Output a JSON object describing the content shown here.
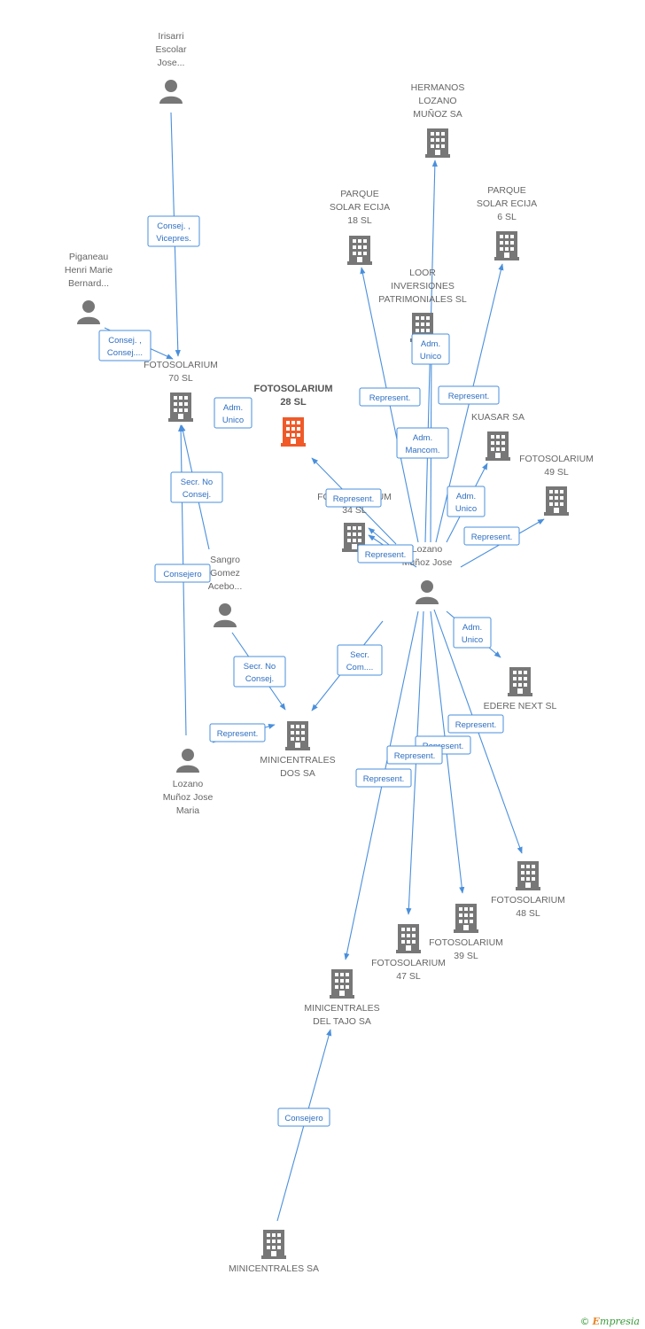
{
  "nodes": [
    {
      "id": "irisarri",
      "kind": "person",
      "label": [
        "Irisarri",
        "Escolar",
        "Jose..."
      ]
    },
    {
      "id": "piganeau",
      "kind": "person",
      "label": [
        "Piganeau",
        "Henri Marie",
        "Bernard..."
      ]
    },
    {
      "id": "foto70",
      "kind": "company",
      "label": [
        "FOTOSOLARIUM",
        "70 SL"
      ]
    },
    {
      "id": "foto28",
      "kind": "company",
      "focal": true,
      "label": [
        "FOTOSOLARIUM",
        "28 SL"
      ]
    },
    {
      "id": "hermanos",
      "kind": "company",
      "label": [
        "HERMANOS",
        "LOZANO",
        "MUÑOZ SA"
      ]
    },
    {
      "id": "parque18",
      "kind": "company",
      "label": [
        "PARQUE",
        "SOLAR ECIJA",
        "18 SL"
      ]
    },
    {
      "id": "parque6",
      "kind": "company",
      "label": [
        "PARQUE",
        "SOLAR ECIJA",
        "6 SL"
      ]
    },
    {
      "id": "loor",
      "kind": "company",
      "label": [
        "LOOR",
        "INVERSIONES",
        "PATRIMONIALES SL"
      ]
    },
    {
      "id": "kuasar",
      "kind": "company",
      "label": [
        "KUASAR SA"
      ]
    },
    {
      "id": "foto49",
      "kind": "company",
      "label": [
        "FOTOSOLARIUM",
        "49 SL"
      ]
    },
    {
      "id": "foto34",
      "kind": "company",
      "label": [
        "FOTOSOLARIUM",
        "34 SL"
      ]
    },
    {
      "id": "lozano_jose",
      "kind": "person",
      "label": [
        "Lozano",
        "Muñoz Jose"
      ]
    },
    {
      "id": "sangro",
      "kind": "person",
      "label": [
        "Sangro",
        "Gomez",
        "Acebo..."
      ]
    },
    {
      "id": "edere",
      "kind": "company",
      "label": [
        "EDERE NEXT SL"
      ]
    },
    {
      "id": "minidos",
      "kind": "company",
      "label": [
        "MINICENTRALES",
        "DOS SA"
      ]
    },
    {
      "id": "lozano_maria",
      "kind": "person",
      "label": [
        "Lozano",
        "Muñoz Jose",
        "Maria"
      ]
    },
    {
      "id": "foto48",
      "kind": "company",
      "label": [
        "FOTOSOLARIUM",
        "48 SL"
      ]
    },
    {
      "id": "foto39",
      "kind": "company",
      "label": [
        "FOTOSOLARIUM",
        "39 SL"
      ]
    },
    {
      "id": "foto47",
      "kind": "company",
      "label": [
        "FOTOSOLARIUM",
        "47 SL"
      ]
    },
    {
      "id": "minitajo",
      "kind": "company",
      "label": [
        "MINICENTRALES",
        "DEL TAJO SA"
      ]
    },
    {
      "id": "minisa",
      "kind": "company",
      "label": [
        "MINICENTRALES SA"
      ]
    }
  ],
  "edges": [
    {
      "from": "irisarri",
      "to": "foto70",
      "label": [
        "Consej. ,",
        "Vicepres."
      ]
    },
    {
      "from": "piganeau",
      "to": "foto70",
      "label": [
        "Consej. ,",
        "Consej...."
      ]
    },
    {
      "from": "sangro",
      "to": "foto70",
      "label": [
        "Secr.  No",
        "Consej."
      ]
    },
    {
      "from": "lozano_maria",
      "to": "foto70",
      "label": [
        "Consejero"
      ]
    },
    {
      "from": "sangro",
      "to": "minidos",
      "label": [
        "Secr.  No",
        "Consej."
      ]
    },
    {
      "from": "lozano_maria",
      "to": "minidos",
      "label": [
        "Represent."
      ]
    },
    {
      "from": "lozano_jose",
      "to": "minidos",
      "label": [
        "Secr.",
        "Com...."
      ]
    },
    {
      "from": "lozano_jose",
      "to": "foto28",
      "label": [
        "Adm.",
        "Unico"
      ]
    },
    {
      "from": "lozano_jose",
      "to": "foto34",
      "label": [
        "Represent."
      ]
    },
    {
      "from": "lozano_jose",
      "to": "foto34",
      "label": [
        "Represent."
      ]
    },
    {
      "from": "lozano_jose",
      "to": "parque18",
      "label": [
        "Represent."
      ]
    },
    {
      "from": "lozano_jose",
      "to": "hermanos",
      "label": [
        "Adm.",
        "Mancom."
      ]
    },
    {
      "from": "lozano_jose",
      "to": "loor",
      "label": [
        "Adm.",
        "Unico"
      ]
    },
    {
      "from": "lozano_jose",
      "to": "parque6",
      "label": [
        "Represent."
      ]
    },
    {
      "from": "lozano_jose",
      "to": "kuasar",
      "label": [
        "Adm.",
        "Unico"
      ]
    },
    {
      "from": "lozano_jose",
      "to": "foto49",
      "label": [
        "Represent."
      ]
    },
    {
      "from": "lozano_jose",
      "to": "edere",
      "label": [
        "Adm.",
        "Unico"
      ]
    },
    {
      "from": "lozano_jose",
      "to": "foto48",
      "label": [
        "Represent."
      ]
    },
    {
      "from": "lozano_jose",
      "to": "foto39",
      "label": [
        "Represent."
      ]
    },
    {
      "from": "lozano_jose",
      "to": "foto47",
      "label": [
        "Represent."
      ]
    },
    {
      "from": "lozano_jose",
      "to": "minitajo",
      "label": [
        "Represent."
      ]
    },
    {
      "from": "minisa",
      "to": "minitajo",
      "label": [
        "Consejero"
      ]
    }
  ],
  "colors": {
    "edge": "#4a8fdc",
    "icon": "#777777",
    "focal_icon": "#f05a28",
    "label_text": "#666666"
  },
  "brand": {
    "copyright": "©",
    "first_letter": "E",
    "rest": "mpresia"
  }
}
